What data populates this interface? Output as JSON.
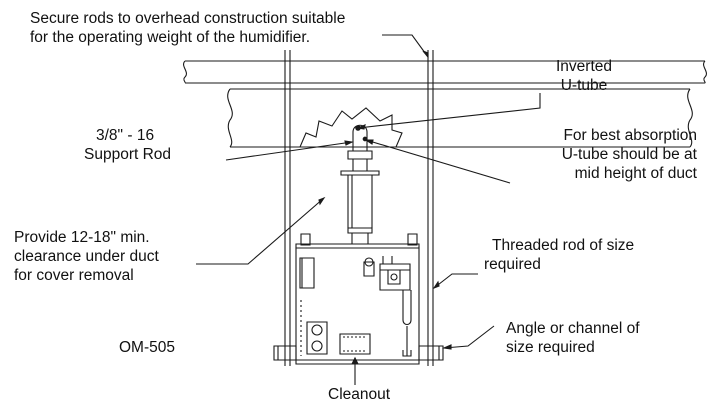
{
  "labels": {
    "secure_rods": [
      "Secure rods to overhead construction suitable",
      "for the operating weight of the humidifier."
    ],
    "inverted_utube": [
      "Inverted",
      "U-tube"
    ],
    "support_rod": [
      "3/8\" - 16",
      "Support Rod"
    ],
    "best_absorption": [
      "For best absorption",
      "U-tube should be at",
      "mid height of duct"
    ],
    "clearance": [
      "Provide 12-18\" min.",
      "clearance under duct",
      "for cover removal"
    ],
    "threaded_rod": [
      "Threaded rod of size",
      "required"
    ],
    "model": "OM-505",
    "angle_channel": [
      "Angle or channel of",
      "size required"
    ],
    "cleanout": "Cleanout"
  },
  "colors": {
    "line": "#1a1a1a",
    "text": "#111111",
    "background": "#ffffff"
  }
}
